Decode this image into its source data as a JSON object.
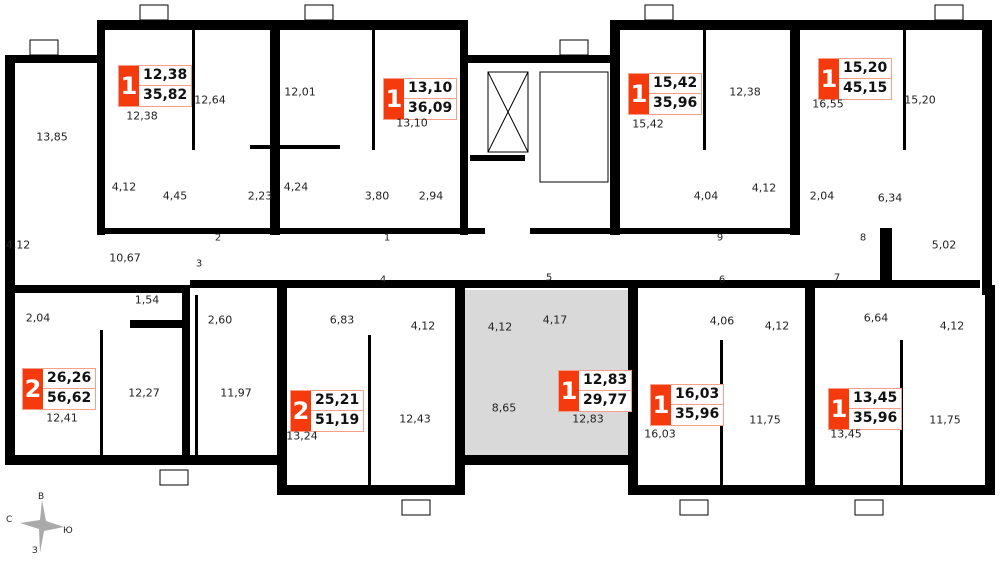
{
  "apartments": [
    {
      "rooms": "1",
      "living": "12,38",
      "total": "35,82"
    },
    {
      "rooms": "1",
      "living": "13,10",
      "total": "36,09"
    },
    {
      "rooms": "1",
      "living": "15,42",
      "total": "35,96"
    },
    {
      "rooms": "1",
      "living": "15,20",
      "total": "45,15"
    },
    {
      "rooms": "2",
      "living": "26,26",
      "total": "56,62"
    },
    {
      "rooms": "2",
      "living": "25,21",
      "total": "51,19"
    },
    {
      "rooms": "1",
      "living": "12,83",
      "total": "29,77"
    },
    {
      "rooms": "1",
      "living": "16,03",
      "total": "35,96"
    },
    {
      "rooms": "1",
      "living": "13,45",
      "total": "35,96"
    }
  ],
  "room_areas": [
    "13,85",
    "12,38",
    "12,64",
    "12,01",
    "13,10",
    "15,42",
    "12,38",
    "16,55",
    "15,20",
    "4,12",
    "4,45",
    "2,23",
    "4,24",
    "3,80",
    "2,94",
    "4,04",
    "4,12",
    "2,04",
    "6,34",
    "4,12",
    "10,67",
    "5,02",
    "1,54",
    "2,04",
    "2,60",
    "6,83",
    "4,12",
    "4,12",
    "4,17",
    "4,06",
    "4,12",
    "6,64",
    "4,12",
    "12,41",
    "12,27",
    "11,97",
    "13,24",
    "12,43",
    "8,65",
    "12,83",
    "16,03",
    "11,75",
    "13,45",
    "11,75"
  ],
  "door_numbers": [
    "1",
    "2",
    "3",
    "4",
    "5",
    "6",
    "7",
    "8",
    "9"
  ],
  "compass": {
    "north": "С",
    "south": "Ю",
    "east": "В",
    "west": "З"
  },
  "colors": {
    "badge": "#f53a0d",
    "wall": "#000000",
    "highlight": "#d9d9d9"
  }
}
